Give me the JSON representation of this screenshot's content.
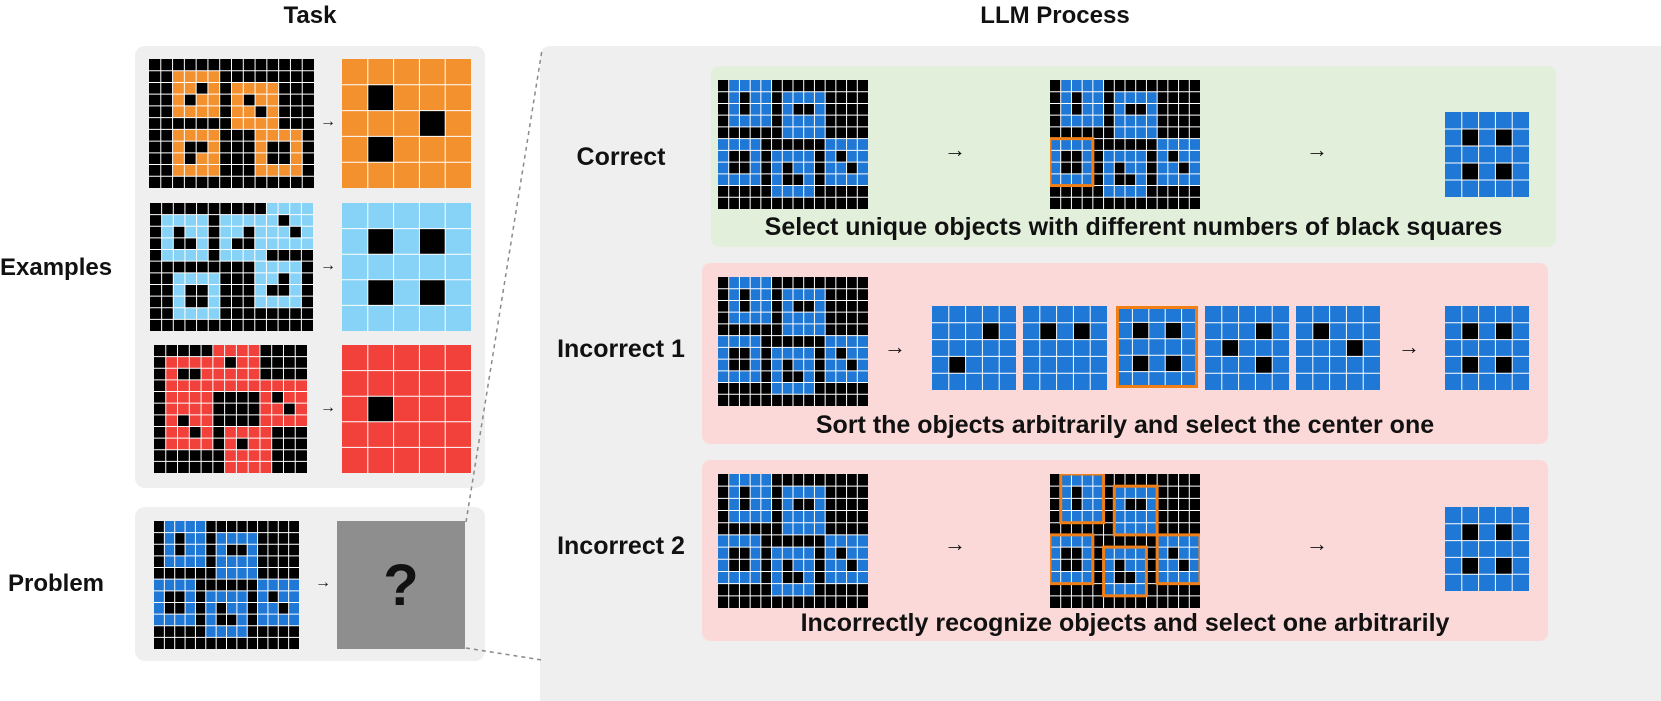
{
  "headers": {
    "task": "Task",
    "llm": "LLM Process"
  },
  "side_labels": {
    "examples": "Examples",
    "problem": "Problem"
  },
  "problem_unknown": "?",
  "colors": {
    "orange": "#f4912f",
    "light_blue": "#87d3f7",
    "red": "#f2403a",
    "blue": "#1f78d6",
    "highlight": "#f07f18",
    "black": "#000000",
    "grid_line": "#ffffff",
    "placeholder": "#8e8e8e"
  },
  "rows": [
    {
      "label": "Correct",
      "caption": "Select unique objects with different numbers of black squares",
      "status": "correct"
    },
    {
      "label": "Incorrect 1",
      "caption": "Sort the objects arbitrarily and select the center one",
      "status": "incorrect"
    },
    {
      "label": "Incorrect 2",
      "caption": "Incorrectly recognize objects and select one arbitrarily",
      "status": "incorrect"
    }
  ],
  "arrow_icon": "right-arrow-icon"
}
